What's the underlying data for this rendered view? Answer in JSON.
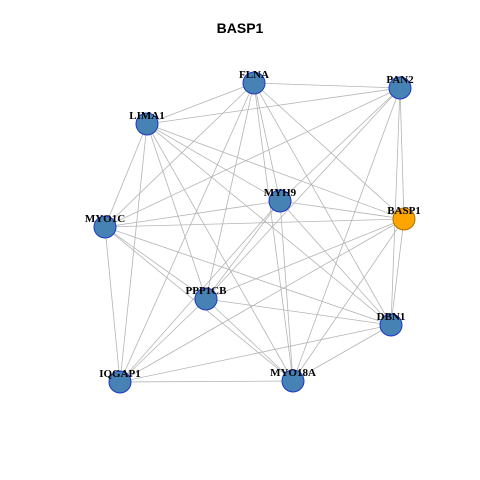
{
  "title": "BASP1",
  "colors": {
    "node_fill": "#4682b4",
    "node_stroke": "#1c35c8",
    "focus_fill": "#ffa500",
    "focus_stroke": "#b07000",
    "edge": "#b4b4b4"
  },
  "graph": {
    "nodes": [
      {
        "id": "FLNA",
        "label": "FLNA",
        "focus": false
      },
      {
        "id": "PAN2",
        "label": "PAN2",
        "focus": false
      },
      {
        "id": "LIMA1",
        "label": "LIMA1",
        "focus": false
      },
      {
        "id": "MYH9",
        "label": "MYH9",
        "focus": false
      },
      {
        "id": "MYO1C",
        "label": "MYO1C",
        "focus": false
      },
      {
        "id": "BASP1",
        "label": "BASP1",
        "focus": true
      },
      {
        "id": "PPP1CB",
        "label": "PPP1CB",
        "focus": false
      },
      {
        "id": "DBN1",
        "label": "DBN1",
        "focus": false
      },
      {
        "id": "IQGAP1",
        "label": "IQGAP1",
        "focus": false
      },
      {
        "id": "MYO18A",
        "label": "MYO18A",
        "focus": false
      }
    ],
    "edges": [
      [
        "FLNA",
        "PAN2"
      ],
      [
        "FLNA",
        "LIMA1"
      ],
      [
        "FLNA",
        "MYH9"
      ],
      [
        "FLNA",
        "MYO1C"
      ],
      [
        "FLNA",
        "BASP1"
      ],
      [
        "FLNA",
        "PPP1CB"
      ],
      [
        "FLNA",
        "DBN1"
      ],
      [
        "FLNA",
        "IQGAP1"
      ],
      [
        "FLNA",
        "MYO18A"
      ],
      [
        "PAN2",
        "LIMA1"
      ],
      [
        "PAN2",
        "MYH9"
      ],
      [
        "PAN2",
        "MYO1C"
      ],
      [
        "PAN2",
        "BASP1"
      ],
      [
        "PAN2",
        "PPP1CB"
      ],
      [
        "PAN2",
        "DBN1"
      ],
      [
        "PAN2",
        "MYO18A"
      ],
      [
        "LIMA1",
        "MYH9"
      ],
      [
        "LIMA1",
        "MYO1C"
      ],
      [
        "LIMA1",
        "BASP1"
      ],
      [
        "LIMA1",
        "PPP1CB"
      ],
      [
        "LIMA1",
        "DBN1"
      ],
      [
        "LIMA1",
        "IQGAP1"
      ],
      [
        "LIMA1",
        "MYO18A"
      ],
      [
        "MYH9",
        "MYO1C"
      ],
      [
        "MYH9",
        "BASP1"
      ],
      [
        "MYH9",
        "PPP1CB"
      ],
      [
        "MYH9",
        "DBN1"
      ],
      [
        "MYH9",
        "IQGAP1"
      ],
      [
        "MYH9",
        "MYO18A"
      ],
      [
        "MYO1C",
        "BASP1"
      ],
      [
        "MYO1C",
        "PPP1CB"
      ],
      [
        "MYO1C",
        "DBN1"
      ],
      [
        "MYO1C",
        "IQGAP1"
      ],
      [
        "MYO1C",
        "MYO18A"
      ],
      [
        "BASP1",
        "PPP1CB"
      ],
      [
        "BASP1",
        "DBN1"
      ],
      [
        "BASP1",
        "IQGAP1"
      ],
      [
        "BASP1",
        "MYO18A"
      ],
      [
        "PPP1CB",
        "DBN1"
      ],
      [
        "PPP1CB",
        "IQGAP1"
      ],
      [
        "PPP1CB",
        "MYO18A"
      ],
      [
        "DBN1",
        "IQGAP1"
      ],
      [
        "DBN1",
        "MYO18A"
      ],
      [
        "IQGAP1",
        "MYO18A"
      ]
    ]
  }
}
